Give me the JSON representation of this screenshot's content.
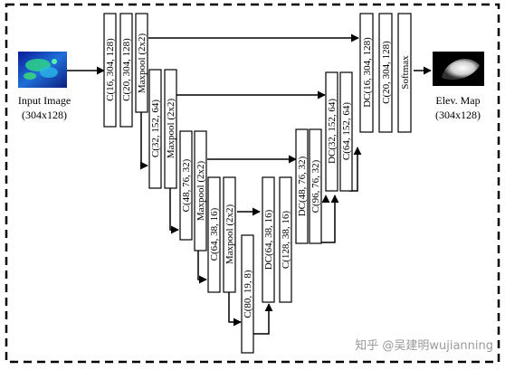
{
  "input": {
    "label": "Input Image",
    "size": "(304x128)"
  },
  "output": {
    "label": "Elev. Map",
    "size": "(304x128)"
  },
  "encoder": [
    {
      "id": "e1",
      "label": "C(16, 304, 128)"
    },
    {
      "id": "e2",
      "label": "C(20, 304, 128)"
    },
    {
      "id": "e3",
      "label": "Maxpool (2x2)"
    },
    {
      "id": "e4",
      "label": "C(32, 152, 64)"
    },
    {
      "id": "e5",
      "label": "Maxpool (2x2)"
    },
    {
      "id": "e6",
      "label": "C(48, 76, 32)"
    },
    {
      "id": "e7",
      "label": "Maxpool (2x2)"
    },
    {
      "id": "e8",
      "label": "C(64, 38, 16)"
    },
    {
      "id": "e9",
      "label": "Maxpool (2x2)"
    }
  ],
  "bottleneck": {
    "id": "b1",
    "label": "C(80, 19, 8)"
  },
  "decoder": [
    {
      "id": "d1",
      "label": "DC(64, 38, 16)"
    },
    {
      "id": "d2",
      "label": "C(128, 38, 16)"
    },
    {
      "id": "d3",
      "label": "DC(48, 76, 32)"
    },
    {
      "id": "d4",
      "label": "C(96, 76, 32)"
    },
    {
      "id": "d5",
      "label": "DC(32, 152, 64)"
    },
    {
      "id": "d6",
      "label": "C(64, 152, 64)"
    },
    {
      "id": "d7",
      "label": "DC(16, 304, 128)"
    },
    {
      "id": "d8",
      "label": "C(20, 304, 128)"
    },
    {
      "id": "d9",
      "label": "Softmax"
    }
  ],
  "watermark": "知乎 @吴建明wujianning",
  "colors": {
    "stroke": "#000000",
    "watermark": "#9a9a9a"
  }
}
